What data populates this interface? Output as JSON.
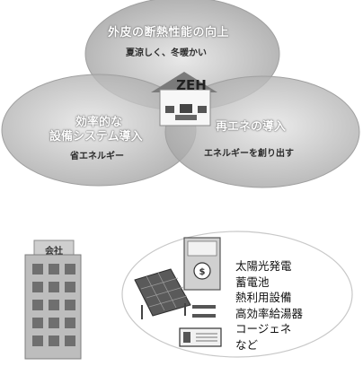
{
  "venn": {
    "top": {
      "title": "外皮の断熱性能の向上",
      "subtitle": "夏涼しく、冬暖かい"
    },
    "left": {
      "title_line1": "効率的な",
      "title_line2": "設備システム導入",
      "subtitle": "省エネルギー"
    },
    "right": {
      "title": "再エネの導入",
      "subtitle": "エネルギーを創り出す"
    },
    "center": {
      "label": "ZEH"
    }
  },
  "equipment": {
    "building_sign": "会社",
    "items": [
      "太陽光発電",
      "蓄電池",
      "熱利用設備",
      "高効率給湯器",
      "コージェネ",
      "など"
    ]
  },
  "colors": {
    "circle_fill": "#bdbdbd",
    "circle_edge": "#8c8c8c",
    "text_dark": "#222222"
  }
}
